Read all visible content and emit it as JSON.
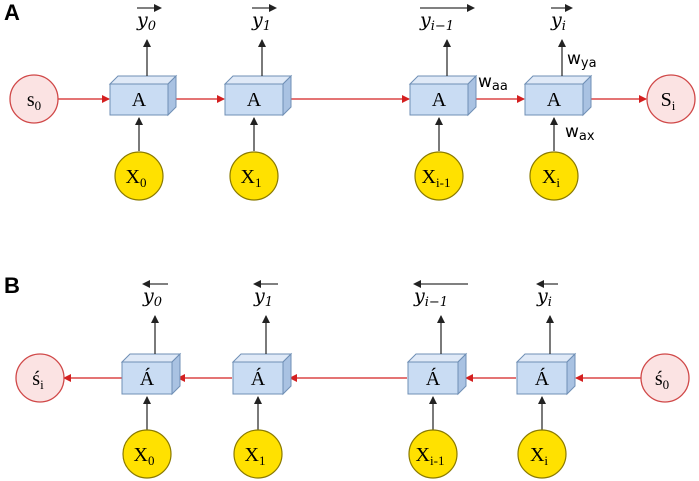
{
  "panels": [
    {
      "label": "A",
      "cell_label": "A",
      "start_state": {
        "base": "s",
        "sub": "0"
      },
      "end_state": {
        "base": "S",
        "sub": "i"
      },
      "inputs": [
        {
          "base": "X",
          "sub": "0"
        },
        {
          "base": "X",
          "sub": "1"
        },
        {
          "base": "X",
          "sub": "i-1"
        },
        {
          "base": "X",
          "sub": "i"
        }
      ],
      "outputs": [
        {
          "base": "y",
          "sub": "0"
        },
        {
          "base": "y",
          "sub": "1"
        },
        {
          "base": "y",
          "sub": "i−1"
        },
        {
          "base": "y",
          "sub": "i"
        }
      ],
      "weights": {
        "aa": {
          "base": "w",
          "sub": "aa"
        },
        "ya": {
          "base": "w",
          "sub": "ya"
        },
        "ax": {
          "base": "w",
          "sub": "ax"
        }
      }
    },
    {
      "label": "B",
      "cell_label": "Á",
      "start_state": {
        "base": "ś",
        "sub": "0"
      },
      "end_state": {
        "base": "ś",
        "sub": "i"
      },
      "inputs": [
        {
          "base": "X",
          "sub": "0"
        },
        {
          "base": "X",
          "sub": "1"
        },
        {
          "base": "X",
          "sub": "i-1"
        },
        {
          "base": "X",
          "sub": "i"
        }
      ],
      "outputs": [
        {
          "base": "y",
          "sub": "0"
        },
        {
          "base": "y",
          "sub": "1"
        },
        {
          "base": "y",
          "sub": "i−1"
        },
        {
          "base": "y",
          "sub": "i"
        }
      ]
    }
  ],
  "colors": {
    "cell_front": "#c9dcf3",
    "cell_top": "#dfe9f7",
    "cell_side": "#a9c2e2",
    "cell_stroke": "#6f8fb5",
    "input_fill": "#ffe100",
    "input_stroke": "#8a7a00",
    "state_fill": "#fbe3e3",
    "state_stroke": "#d04848",
    "chain_arrow": "#d42020",
    "io_arrow": "#222222"
  }
}
